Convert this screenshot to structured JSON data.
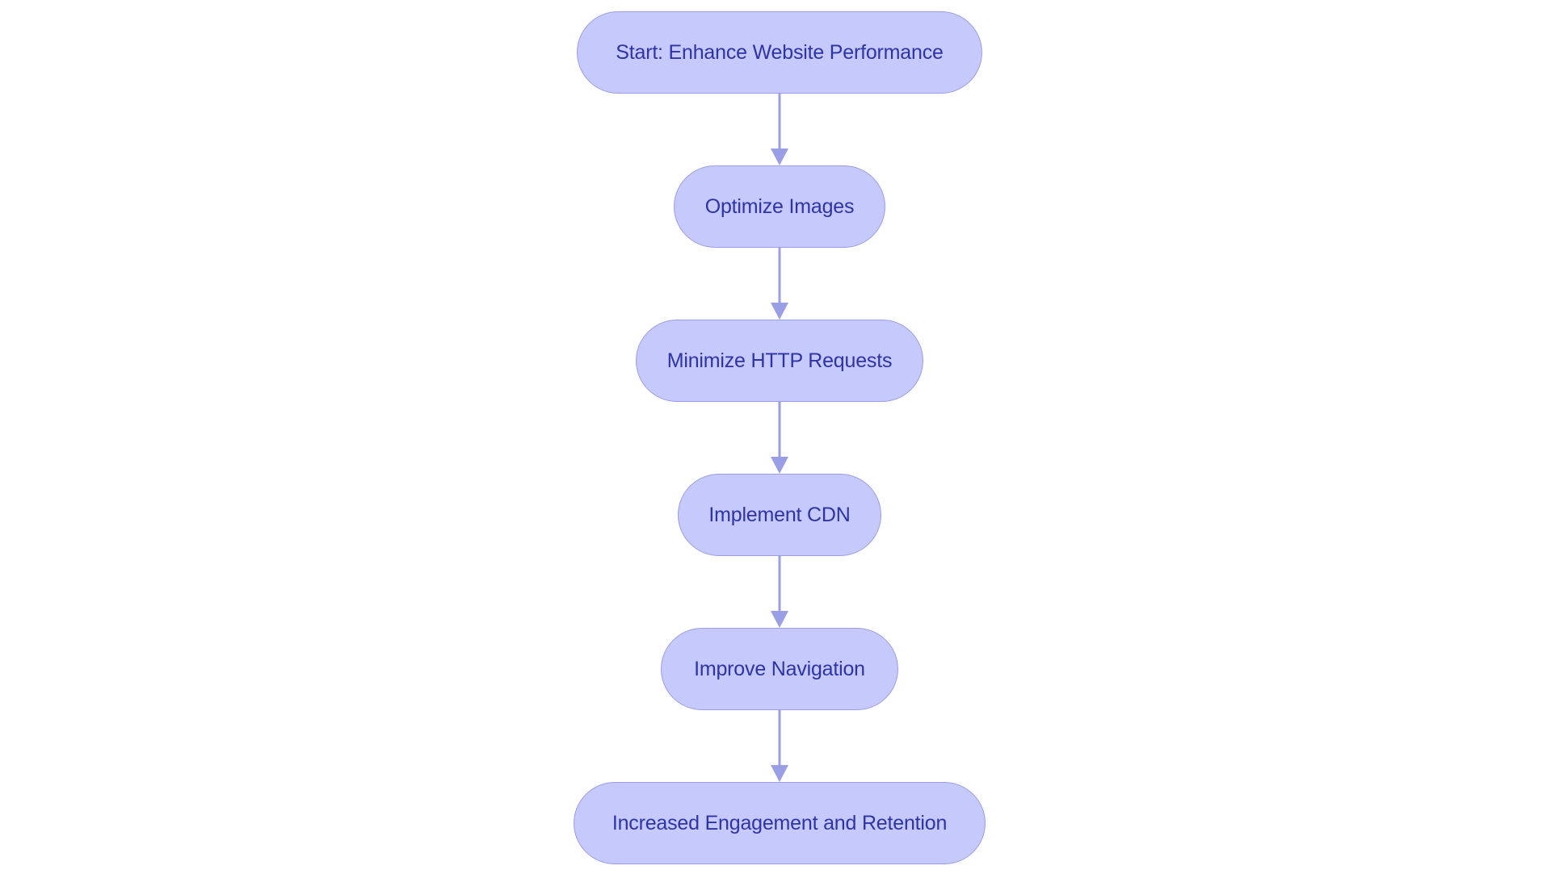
{
  "colors": {
    "node_fill": "#c5c9fb",
    "node_border": "#9a9ee6",
    "node_text": "#2f33a8",
    "edge": "#9a9ee6",
    "background": "#ffffff"
  },
  "nodes": [
    {
      "id": "start",
      "label": "Start: Enhance Website Performance"
    },
    {
      "id": "optimize-images",
      "label": "Optimize Images"
    },
    {
      "id": "minimize-http",
      "label": "Minimize HTTP Requests"
    },
    {
      "id": "implement-cdn",
      "label": "Implement CDN"
    },
    {
      "id": "improve-navigation",
      "label": "Improve Navigation"
    },
    {
      "id": "increased-engagement",
      "label": "Increased Engagement and Retention"
    }
  ],
  "edges": [
    {
      "from": "start",
      "to": "optimize-images"
    },
    {
      "from": "optimize-images",
      "to": "minimize-http"
    },
    {
      "from": "minimize-http",
      "to": "implement-cdn"
    },
    {
      "from": "implement-cdn",
      "to": "improve-navigation"
    },
    {
      "from": "improve-navigation",
      "to": "increased-engagement"
    }
  ]
}
